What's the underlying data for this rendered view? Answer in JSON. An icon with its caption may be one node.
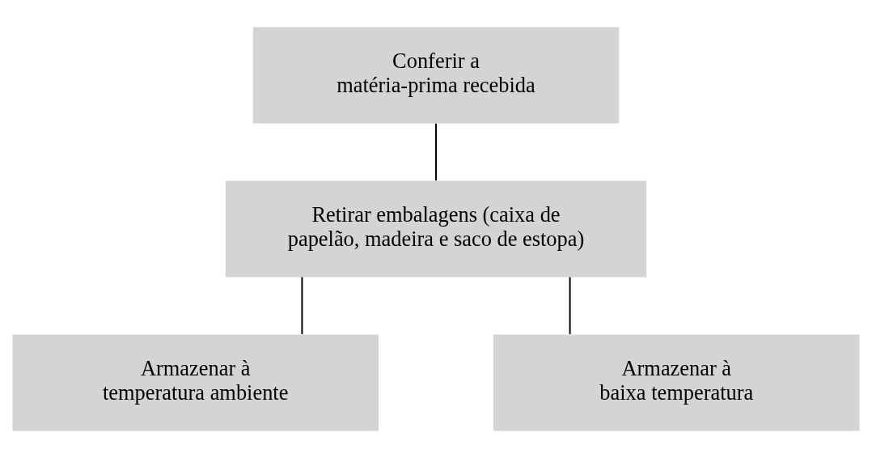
{
  "diagram": {
    "nodes": [
      {
        "text": [
          "Conferir a matéria-prima recebida"
        ]
      },
      {
        "text": [
          "Retirar embalagens (caixa de papelão, madeira e saco de estopa)"
        ]
      },
      {
        "text": [
          "Armazenar à temperatura ambiente"
        ]
      },
      {
        "text": [
          "Armazenar à baixa temperatura"
        ]
      }
    ],
    "edges": [
      {
        "from": 0,
        "to": 1,
        "arrow": "none"
      },
      {
        "from": 1,
        "to": 2,
        "arrow": "none"
      },
      {
        "from": 1,
        "to": 3,
        "arrow": "none"
      }
    ]
  }
}
